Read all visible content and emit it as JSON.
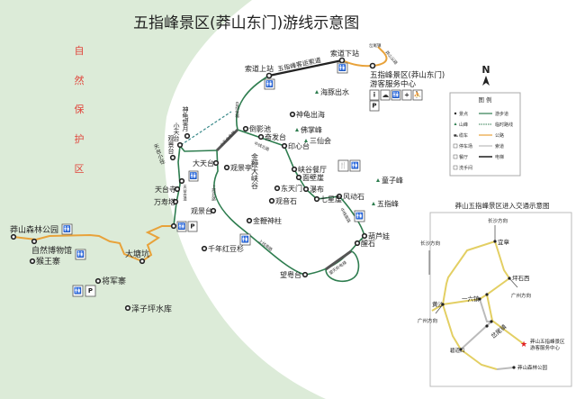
{
  "title": "五指峰景区(莽山东门)游线示意图",
  "reserve_label": [
    "自",
    "然",
    "保",
    "护",
    "区"
  ],
  "colors": {
    "reserve": "#dcebd8",
    "trail": "#2e7d4f",
    "road": "#e8a23a",
    "inset_road": "#e3cf63",
    "reserve_text": "#e0463c",
    "star": "#e02020"
  },
  "places": {
    "cable_top": "索道上站",
    "cable_bottom": "索道下站",
    "cableway": "五指峰客运索道",
    "visitor_center_1": "五指峰景区(莽山东门)",
    "visitor_center_2": "游客服务中心",
    "chawei": "岔尾镇",
    "mangshan_road": "莽山公路",
    "haitun": "海豚出水",
    "shengui_chuhai": "神龟出海",
    "fozhang": "佛掌峰",
    "sanxian": "三仙会",
    "yinxin": "印心台",
    "daoying": "倒影池",
    "fenfa": "奋发台",
    "zhongxian": "中线北路",
    "xiagu_restaurant": "峡谷餐厅",
    "mianbi": "面壁崖",
    "pubu": "瀑布",
    "dongtianmen": "东天门",
    "qixing": "七星崖",
    "fengdong": "风动石",
    "guanyin": "观音石",
    "tongzi": "童子峰",
    "wuzhi": "五指峰",
    "hulu": "葫芦娃",
    "xingshi": "醒石",
    "wangyue": "望粤台",
    "jinbian_pillar": "金鞭神柱",
    "hongdou": "千年红豆杉",
    "guanjing_tai2": "观景台",
    "datiantai": "大天台",
    "guanjingting": "观景亭",
    "jinbian_canyon": "金鞭大峡谷",
    "shengui_wangyue": "神龟望月",
    "xiaotiantai": "小天台",
    "guanjingtai": "观景台",
    "tiantai_path": "天台小径",
    "tiantai_temple": "天台寺",
    "wanshou": "万寿塔",
    "datangkeng": "大塘坑",
    "forest_park": "莽山森林公园",
    "museum": "自然博物馆",
    "houwang": "猴王寨",
    "jiangjun": "将军寨",
    "zeziping": "泽子坪水库",
    "shangxian": "上线北路",
    "shangxian_s": "上线南路",
    "zhongxian_s": "中线南路",
    "auto_escalator": "自动扶梯",
    "elevator_a": "小天台电梯",
    "elevator_b": "望天岭电梯",
    "tiantai_road": "天台古道"
  },
  "compass": "N",
  "legend": {
    "title": "图 例",
    "items": [
      {
        "label": "景点"
      },
      {
        "label": "游步道"
      },
      {
        "label": "山峰"
      },
      {
        "label": "临时路线"
      },
      {
        "label": "缆车"
      },
      {
        "label": "公路"
      },
      {
        "label": "停车场"
      },
      {
        "label": "索道"
      },
      {
        "label": "餐厅"
      },
      {
        "label": "电梯"
      },
      {
        "label": "洗手间"
      }
    ]
  },
  "inset": {
    "title": "莽山五指峰景区进入交通示意图",
    "changsha_1": "长沙方向",
    "changsha_2": "长沙方向",
    "guangzhou_1": "广州方向",
    "guangzhou_2": "广州方向",
    "yizhang": "宜章",
    "pingshixi": "坪石西",
    "yiliu": "一六镇",
    "huangsha": "黄沙",
    "chawei": "岔尾镇",
    "bidaokou": "碧道口",
    "dest_1": "莽山五指峰景区",
    "dest_2": "游客服务中心",
    "forest_park": "莽山森林公园"
  },
  "icons": {
    "info": "i",
    "parking": "P",
    "restaurant": "🍴",
    "toilet": "🚻",
    "first_aid": "+"
  }
}
